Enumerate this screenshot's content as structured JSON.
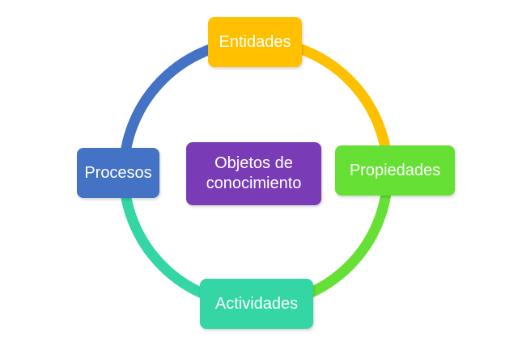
{
  "diagram": {
    "center": {
      "label": "Objetos de conocimiento",
      "color": "#7a3cb6"
    },
    "nodes": [
      {
        "id": "top",
        "label": "Entidades",
        "color": "#ffc000"
      },
      {
        "id": "right",
        "label": "Propiedades",
        "color": "#66e035"
      },
      {
        "id": "bottom",
        "label": "Actividades",
        "color": "#33d6a4"
      },
      {
        "id": "left",
        "label": "Procesos",
        "color": "#4472c4"
      }
    ],
    "ring_segments": [
      {
        "from": "top",
        "to": "right",
        "color": "#ffc000"
      },
      {
        "from": "right",
        "to": "bottom",
        "color": "#66e035"
      },
      {
        "from": "bottom",
        "to": "left",
        "color": "#33d6a4"
      },
      {
        "from": "left",
        "to": "top",
        "color": "#4472c4"
      }
    ]
  }
}
